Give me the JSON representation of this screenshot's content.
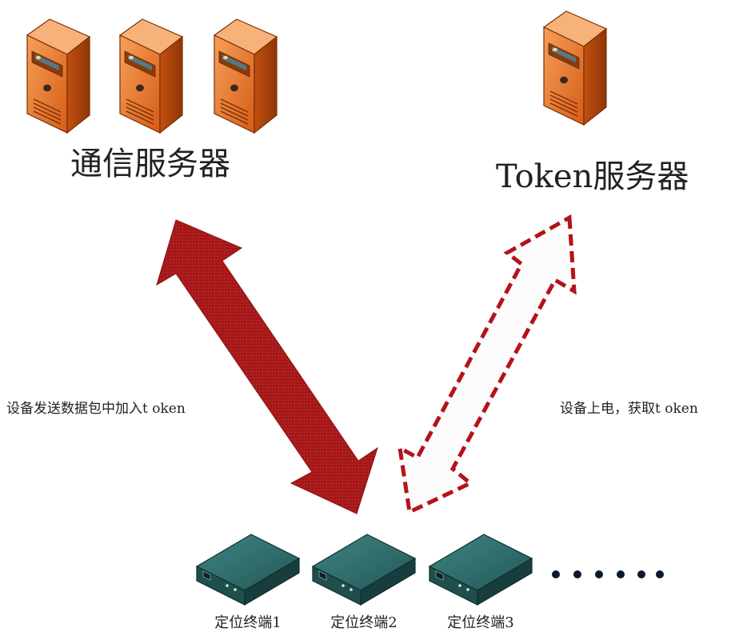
{
  "comm_server": {
    "label": "通信服务器",
    "icon": "server-tower-icon",
    "count": 3,
    "color": "#e8732a"
  },
  "token_server": {
    "label": "Token服务器",
    "icon": "server-tower-icon",
    "count": 1,
    "color": "#e8732a"
  },
  "links": {
    "comm": {
      "label": "设备发送数据包中加入t oken",
      "style": "solid",
      "color": "#a8191b",
      "direction": "bidirectional"
    },
    "token": {
      "label": "设备上电，获取t oken",
      "style": "dashed",
      "color": "#b5121b",
      "direction": "bidirectional"
    }
  },
  "devices": {
    "icon": "positioning-terminal-icon",
    "color": "#2e6f6e",
    "items": [
      {
        "label": "定位终端1"
      },
      {
        "label": "定位终端2"
      },
      {
        "label": "定位终端3"
      }
    ],
    "more": "……",
    "more_icon": "ellipsis-dots-icon"
  }
}
